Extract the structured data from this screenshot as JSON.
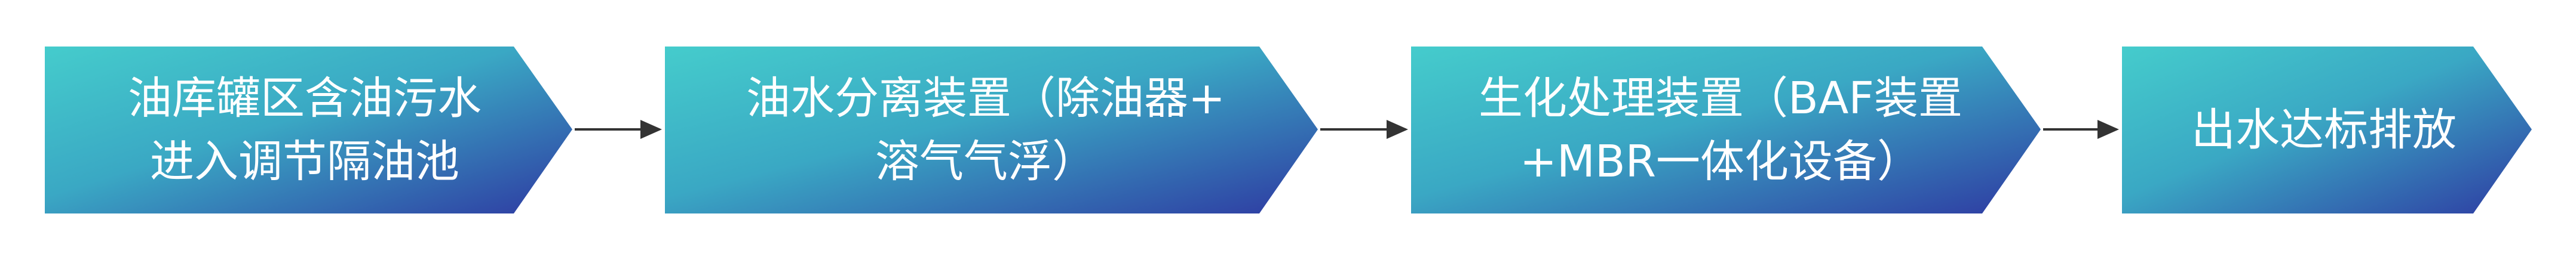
{
  "diagram": {
    "colors": {
      "gradient_start": "#45cccc",
      "gradient_end": "#2e3aa2",
      "text": "#ffffff",
      "arrow": "#333333"
    },
    "steps": [
      {
        "label": "油库罐区含油污水\n进入调节隔油池"
      },
      {
        "label": "油水分离装置（除油器+\n溶气气浮）"
      },
      {
        "label": "生化处理装置（BAF装置\n+MBR一体化设备）"
      },
      {
        "label": "出水达标排放"
      }
    ]
  }
}
